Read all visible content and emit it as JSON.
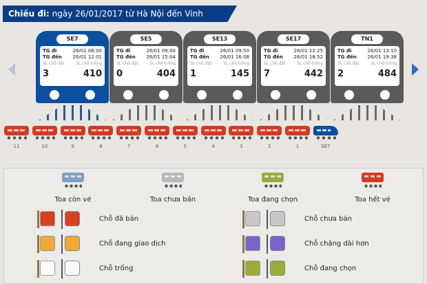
{
  "header": {
    "label": "Chiều đi:",
    "text": "ngày 26/01/2017 từ Hà Nội đến Vinh"
  },
  "trains": [
    {
      "code": "SE7",
      "dep_label": "TG đi",
      "dep": "26/01 06:00",
      "arr_label": "TG đến",
      "arr": "26/01 12:01",
      "booked_label": "SL chỗ đặt",
      "free_label": "SL chỗ trống",
      "booked": "3",
      "free": "410",
      "selected": true
    },
    {
      "code": "SE5",
      "dep_label": "TG đi",
      "dep": "26/01 09:00",
      "arr_label": "TG đến",
      "arr": "26/01 15:04",
      "booked_label": "SL chỗ đặt",
      "free_label": "SL chỗ trống",
      "booked": "0",
      "free": "404",
      "selected": false
    },
    {
      "code": "SE13",
      "dep_label": "TG đi",
      "dep": "26/01 09:50",
      "arr_label": "TG đến",
      "arr": "26/01 16:08",
      "booked_label": "SL chỗ đặt",
      "free_label": "SL chỗ trống",
      "booked": "1",
      "free": "145",
      "selected": false
    },
    {
      "code": "SE17",
      "dep_label": "TG đi",
      "dep": "26/01 12:25",
      "arr_label": "TG đến",
      "arr": "26/01 18:52",
      "booked_label": "SL chỗ đặt",
      "free_label": "SL chỗ trống",
      "booked": "7",
      "free": "442",
      "selected": false
    },
    {
      "code": "TN1",
      "dep_label": "TG đi",
      "dep": "26/01 13:10",
      "arr_label": "TG đến",
      "arr": "26/01 19:38",
      "booked_label": "SL chỗ đặt",
      "free_label": "SL chỗ trống",
      "booked": "2",
      "free": "484",
      "selected": false
    }
  ],
  "coaches": [
    "11",
    "10",
    "9",
    "8",
    "7",
    "6",
    "5",
    "4",
    "3",
    "2",
    "1"
  ],
  "locomotive": "SE7",
  "legend": {
    "coaches": [
      {
        "label": "Toa còn vé",
        "color": "#7f9fc4"
      },
      {
        "label": "Toa chưa bán",
        "color": "#b8b8b8"
      },
      {
        "label": "Toa đang chọn",
        "color": "#9aab3e"
      },
      {
        "label": "Toa hết vé",
        "color": "#d33a25"
      }
    ],
    "seats": [
      {
        "label": "Chỗ đã bán",
        "color": "#d9401e"
      },
      {
        "label": "Chỗ chưa bán",
        "color": "#c8c8c8"
      },
      {
        "label": "Chỗ đang giao dịch",
        "color": "#f0aa35"
      },
      {
        "label": "Chỗ chặng dài hơn",
        "color": "#7a63c9"
      },
      {
        "label": "Chỗ trống",
        "color": "#fafafa"
      },
      {
        "label": "Chỗ đang chọn",
        "color": "#9aac3a"
      }
    ]
  }
}
